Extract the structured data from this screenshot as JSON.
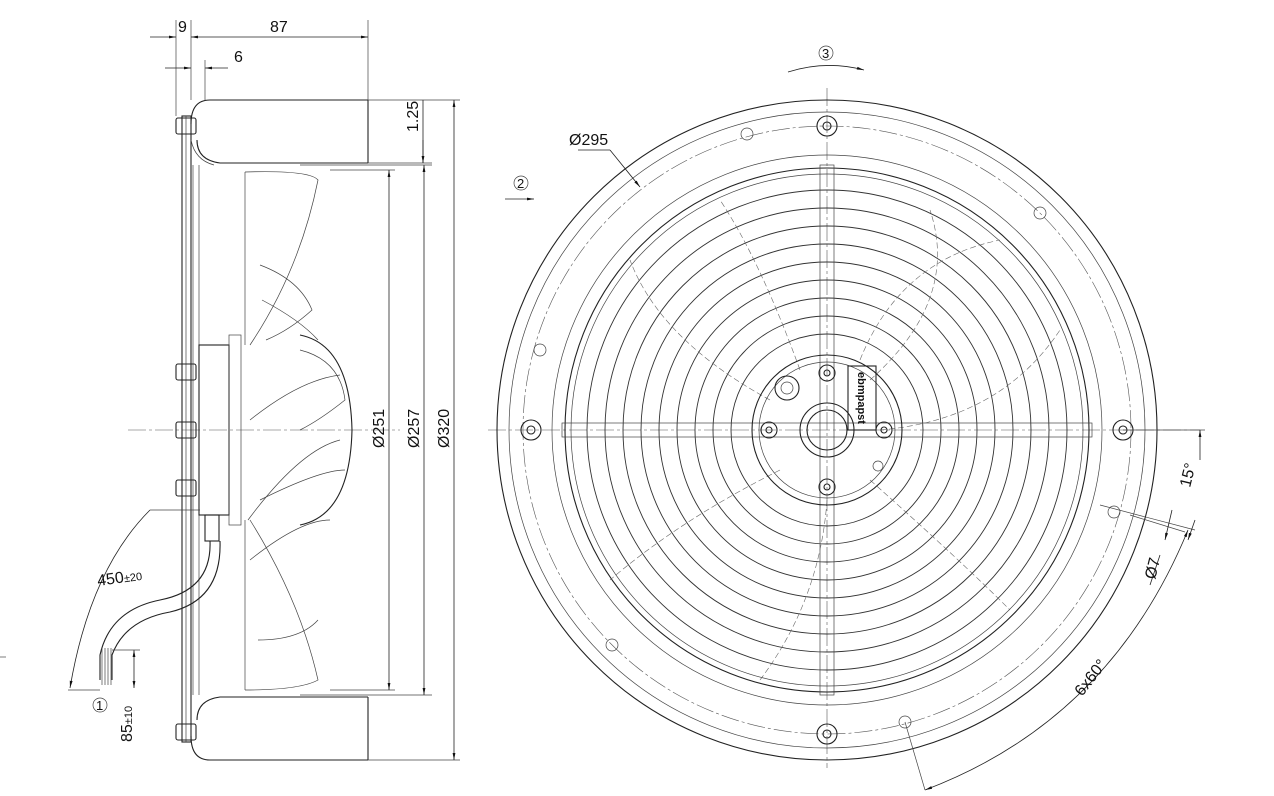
{
  "dimensions": {
    "d_9": "9",
    "d_87": "87",
    "d_6": "6",
    "d_1_25": "1.25",
    "d_251": "Ø251",
    "d_257": "Ø257",
    "d_320": "Ø320",
    "d_295": "Ø295",
    "d_7": "Ø7",
    "angle_15": "15°",
    "pattern": "6x60°",
    "cable_length": "450",
    "cable_length_tol": "±20",
    "strip_length": "85",
    "strip_length_tol": "±10"
  },
  "callouts": {
    "c1": "1",
    "c2": "2",
    "c3": "3"
  },
  "label": {
    "brand": "ebmpapst"
  }
}
